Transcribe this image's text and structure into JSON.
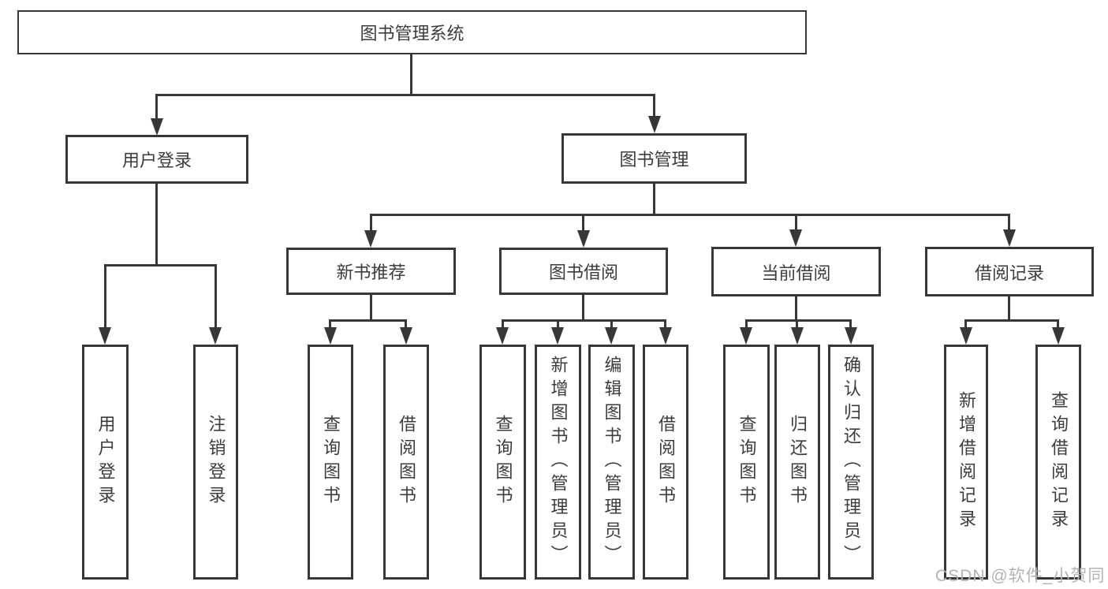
{
  "colors": {
    "line": "#373737",
    "text": "#3c3c3c",
    "watermark": "#b3b3b3",
    "background": "#ffffff"
  },
  "watermark": "CSDN @软件_小贺同学",
  "tree": {
    "root": {
      "label": "图书管理系统"
    },
    "branches": [
      {
        "label": "用户登录",
        "children": [
          {
            "label": "用户登录"
          },
          {
            "label": "注销登录"
          }
        ]
      },
      {
        "label": "图书管理",
        "children": [
          {
            "label": "新书推荐",
            "children": [
              {
                "label": "查询图书"
              },
              {
                "label": "借阅图书"
              }
            ]
          },
          {
            "label": "图书借阅",
            "children": [
              {
                "label": "查询图书"
              },
              {
                "label": "新增图书（管理员）"
              },
              {
                "label": "编辑图书（管理员）"
              },
              {
                "label": "借阅图书"
              }
            ]
          },
          {
            "label": "当前借阅",
            "children": [
              {
                "label": "查询图书"
              },
              {
                "label": "归还图书"
              },
              {
                "label": "确认归还（管理员）"
              }
            ]
          },
          {
            "label": "借阅记录",
            "children": [
              {
                "label": "新增借阅记录"
              },
              {
                "label": "查询借阅记录"
              }
            ]
          }
        ]
      }
    ]
  }
}
